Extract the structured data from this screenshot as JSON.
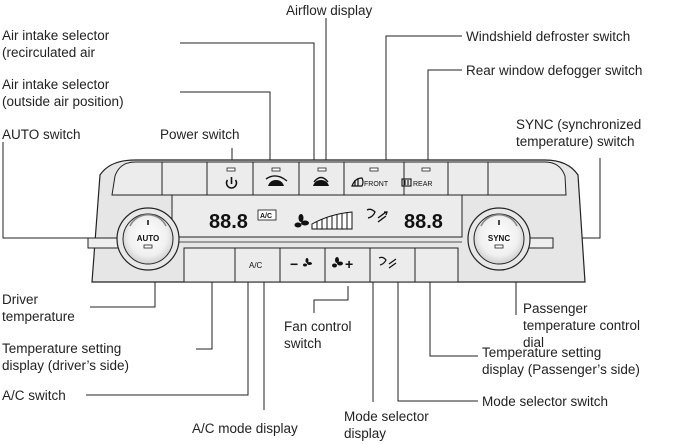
{
  "labels": {
    "airflow_display": "Airflow display",
    "air_intake_recirc": "Air intake selector\n(recirculated air",
    "air_intake_outside": "Air intake selector\n(outside air position)",
    "auto_switch": "AUTO switch",
    "power_switch": "Power switch",
    "windshield_defroster": "Windshield defroster switch",
    "rear_window_defogger": "Rear window defogger switch",
    "sync_switch": "SYNC (synchronized\ntemperature) switch",
    "driver_temperature": "Driver\ntemperature",
    "temp_setting_driver": "Temperature setting\ndisplay (driver’s side)",
    "ac_switch": "A/C switch",
    "ac_mode_display": "A/C mode display",
    "fan_control_switch": "Fan control\nswitch",
    "mode_selector_display": "Mode selector\ndisplay",
    "passenger_temp_dial": "Passenger\ntemperature control\ndial",
    "temp_setting_passenger": "Temperature setting\ndisplay (Passenger’s side)",
    "mode_selector_switch": "Mode selector switch"
  },
  "panel": {
    "auto_knob_text": "AUTO",
    "sync_knob_text": "SYNC",
    "driver_temp_value": "88.8",
    "passenger_temp_value": "88.8",
    "ac_badge": "A/C",
    "ac_button_text": "A/C",
    "fan_minus": "−",
    "fan_plus": "+",
    "front_label": "FRONT",
    "rear_label": "REAR"
  }
}
